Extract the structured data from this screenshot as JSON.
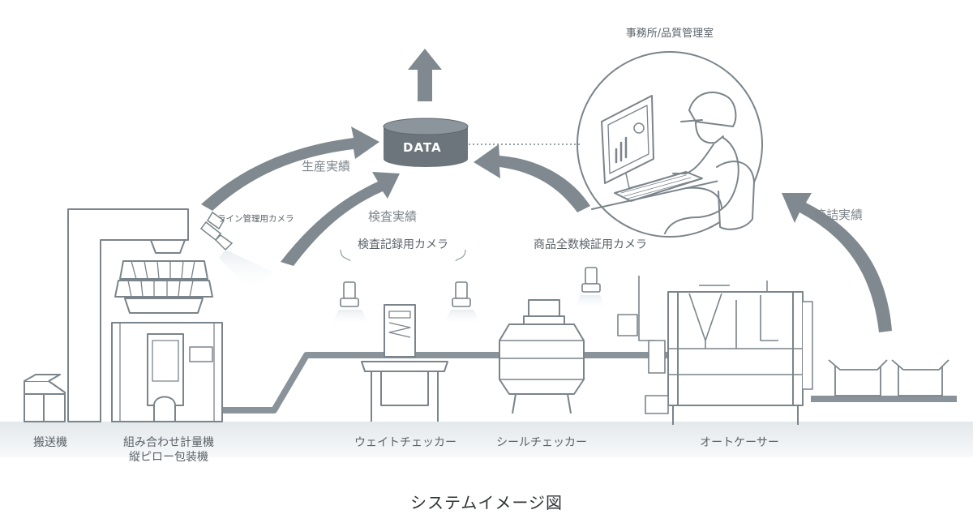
{
  "labels": {
    "office": "事務所/品質管理室",
    "data": "DATA",
    "production_results": "生産実績",
    "inspection_results": "検査実績",
    "packing_results": "箱詰実績",
    "line_camera": "ライン管理用カメラ",
    "record_camera": "検査記録用カメラ",
    "full_inspection_camera": "商品全数検証用カメラ",
    "conveyor": "搬送機",
    "weigher_line1": "組み合わせ計量機",
    "weigher_line2": "縦ピロー包装機",
    "weight_checker": "ウェイトチェッカー",
    "seal_checker": "シールチェッカー",
    "auto_caser": "オートケーサー",
    "caption": "システムイメージ図"
  },
  "colors": {
    "line": "#7a848a",
    "arrow": "#7f898f",
    "floor": "#e9edef",
    "conveyor": "#8a9399",
    "data_fill": "#6b757b"
  }
}
